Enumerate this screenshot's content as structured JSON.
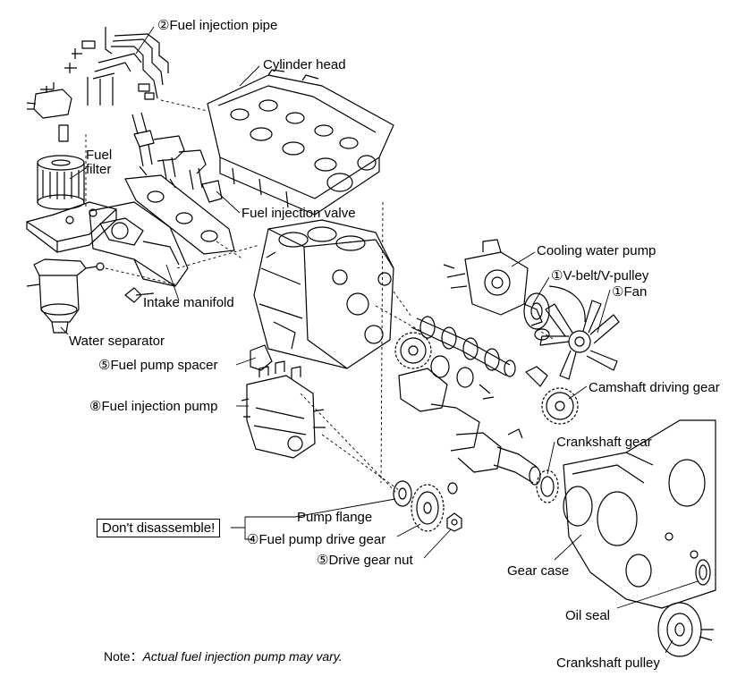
{
  "labels": {
    "fuel_injection_pipe": "②Fuel injection pipe",
    "cylinder_head": "Cylinder head",
    "fuel_filter_1": "Fuel",
    "fuel_filter_2": "filter",
    "fuel_injection_valve": "Fuel injection valve",
    "cooling_water_pump": "Cooling water pump",
    "v_belt": "①V-belt/V-pulley",
    "fan": "①Fan",
    "intake_manifold": "Intake manifold",
    "water_separator": "Water separator",
    "fuel_pump_spacer": "⑤Fuel pump spacer",
    "fuel_injection_pump": "⑧Fuel injection pump",
    "camshaft_driving_gear": "Camshaft driving gear",
    "crankshaft_gear": "Crankshaft gear",
    "pump_flange": "Pump flange",
    "dont_disassemble": "Don't disassemble!",
    "fuel_pump_drive_gear": "④Fuel pump drive gear",
    "drive_gear_nut": "⑤Drive gear nut",
    "gear_case": "Gear case",
    "oil_seal": "Oil seal",
    "crankshaft_pulley": "Crankshaft pulley"
  },
  "note": {
    "prefix": "Note：",
    "text": "Actual fuel injection pump may vary."
  }
}
